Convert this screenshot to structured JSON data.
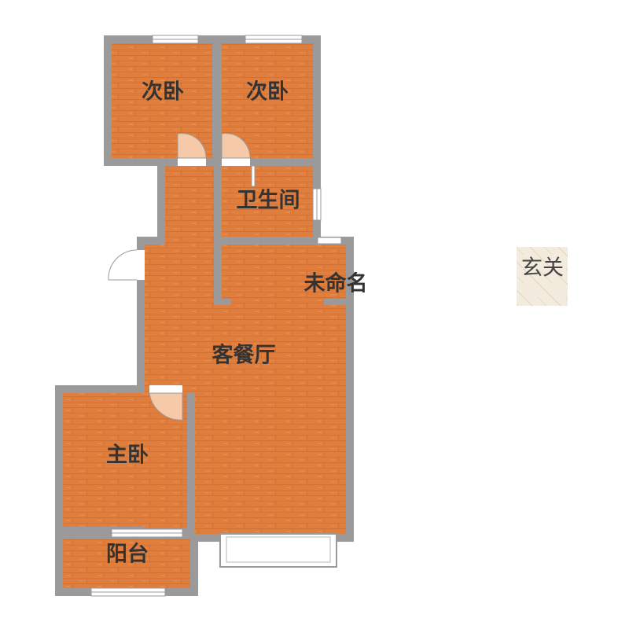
{
  "colors": {
    "floor_wood": "#E07E3E",
    "wood_grain": "#C8652A",
    "wall": "#9A9A9A",
    "window": "#FFFFFF",
    "tile": "#F3EBDD",
    "door_swing": "#F6C9A8"
  },
  "rooms": {
    "bedroom2_left": {
      "label": "次卧"
    },
    "bedroom2_right": {
      "label": "次卧"
    },
    "bathroom": {
      "label": "卫生间"
    },
    "unnamed": {
      "label": "未命名"
    },
    "living_dining": {
      "label": "客餐厅"
    },
    "master_bedroom": {
      "label": "主卧"
    },
    "balcony": {
      "label": "阳台"
    },
    "entrance": {
      "label": "玄关"
    }
  }
}
